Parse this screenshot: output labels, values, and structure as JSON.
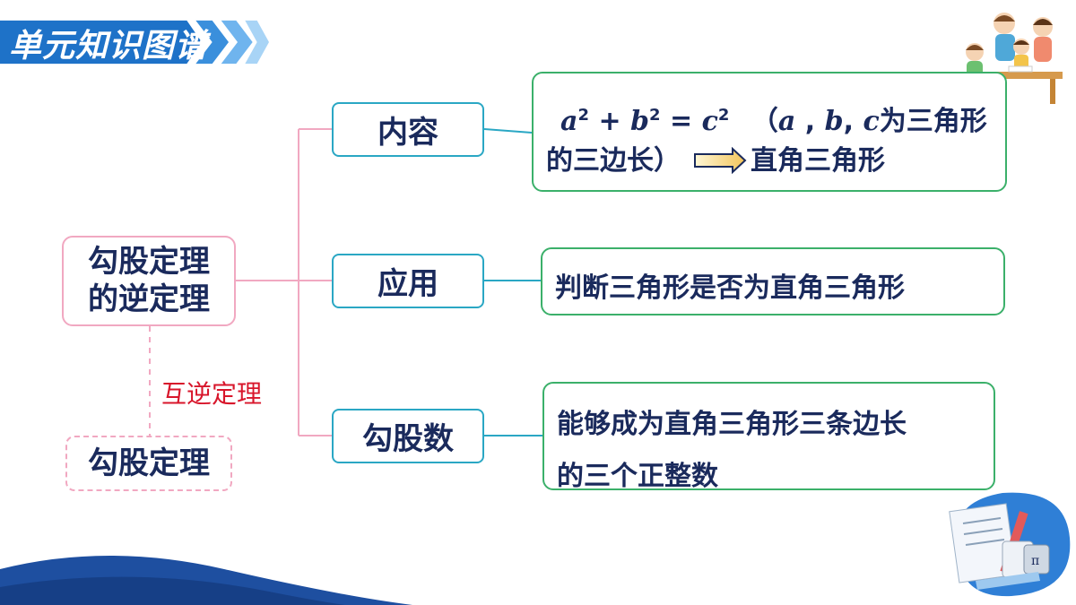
{
  "header": {
    "title": "单元知识图谱"
  },
  "root": {
    "line1": "勾股定理",
    "line2": "的逆定理"
  },
  "relation": {
    "label": "互逆定理"
  },
  "related": {
    "label": "勾股定理"
  },
  "branches": [
    {
      "label": "内容"
    },
    {
      "label": "应用"
    },
    {
      "label": "勾股数"
    }
  ],
  "content": {
    "formula_a": "a",
    "formula_b": "b",
    "formula_c": "c",
    "exp": "2",
    "plus": "+",
    "eq": "=",
    "paren_open": "（",
    "var_a": "a",
    "sep1": " , ",
    "var_b": "b",
    "sep2": ", ",
    "var_c": "c",
    "paren_text": "为三角形",
    "line2": "的三边长）",
    "result": "直角三角形"
  },
  "application": {
    "text": "判断三角形是否为直角三角形"
  },
  "pythagorean_numbers": {
    "line1": "能够成为直角三角形三条边长",
    "line2": "的三个正整数"
  },
  "colors": {
    "banner": "#1e72c8",
    "branch_border": "#2aa7c4",
    "info_border": "#3bb06a",
    "root_border": "#f1a8c1",
    "relation": "#d8162b",
    "text": "#1a2a5c"
  },
  "icons": [
    "chevron-right-icon",
    "arrow-right-icon",
    "children-illustration",
    "math-tools-illustration"
  ]
}
